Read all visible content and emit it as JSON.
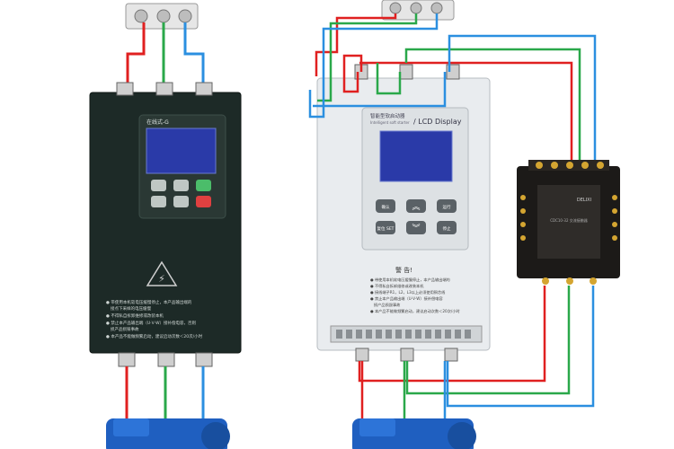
{
  "left_starter": {
    "panel_title": "在线式-G",
    "keypad": {
      "labels": [
        "",
        "",
        "",
        "",
        "",
        ""
      ]
    },
    "warning_lines": [
      "● 带使用本机软电压缓慢停止，本产品输出端的",
      "接点下采样的电压缓慢",
      "● 不得私自拆卸维修或改装本机",
      "● 禁止本产品输出端（U·V·W）接补偿电容，否则",
      "损产品损毁事故",
      "● 本产品不能做频繁启动，建议启动次数＜20次/小时"
    ]
  },
  "right_starter": {
    "brand_line": "智能型软启动器",
    "brand_sub": "Intelligent soft starter",
    "display_label": "/ LCD Display",
    "keypad": {
      "labels": [
        "确认",
        "",
        "运行",
        "复位\nSET",
        "",
        "停止"
      ]
    },
    "warning_title": "警 告!",
    "warning_lines": [
      "● 带使用本机软电压缓慢停止，本产品输出端的",
      "● 不得私自拆卸维修或改装本机",
      "● 接线端子R1，L2，L3以上必须使用铜芯线",
      "● 禁止本产品输出端（U·V·W）接补偿电容",
      "损产品损毁事故",
      "● 本产品不能做频繁启动，建议启动次数＜20次/小时"
    ]
  },
  "contactor": {
    "brand": "DELIXI",
    "model": "CDC10-32 交流接触器"
  },
  "colors": {
    "wire_red": "#e02020",
    "wire_green": "#2aa84a",
    "wire_blue": "#2b8fe0",
    "dark_body": "#1d2a27",
    "light_body": "#e9ecef",
    "lcd": "#2a3aa8",
    "motor": "#1f5fc0"
  }
}
